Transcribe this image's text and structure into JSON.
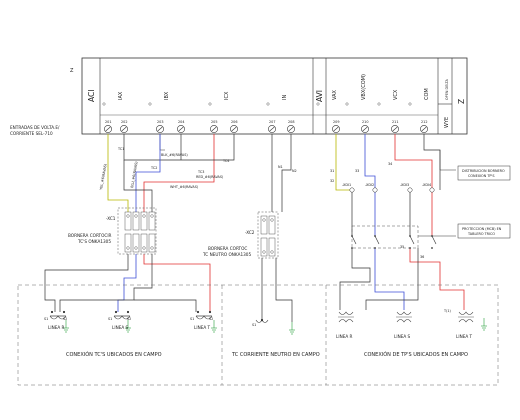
{
  "relay": {
    "prefix": "Z",
    "aci_label": "ACI",
    "avi_label": "AVI",
    "channels": [
      "IAX",
      "IBX",
      "ICX",
      "IN",
      "VAX",
      "VBX(COM)",
      "VCX",
      "COM"
    ],
    "open_delta": "OPEN DELTA",
    "wye": "WYE",
    "z_label": "Z",
    "terminal_numbers": [
      "201",
      "202",
      "203",
      "204",
      "205",
      "206",
      "207",
      "208",
      "209",
      "210",
      "211",
      "212"
    ],
    "inputs_label_line1": "ENTRADAS DE VOLTA.E/",
    "inputs_label_line2": "CORRIENTE SEL-710"
  },
  "current_block": {
    "tag": "-XC1",
    "label_line1": "BORNERA CORTOCIR",
    "label_line2": "TC'S ONKA1305"
  },
  "neutral_block": {
    "tag": "-XC2",
    "label_line1": "BORNERA CORTOC",
    "label_line2": "TC NEUTRO ONKA1305"
  },
  "voltage_block": {
    "tags": [
      "-XDI",
      "-XDI",
      "-XDI",
      "-XDI"
    ]
  },
  "notes": {
    "distribution_line1": "DISTRIBUCION BORNERO",
    "distribution_line2": "CONEXION TP'S",
    "protection_line1": "PROTECCION (MCB) EN",
    "protection_line2": "TABLERO TRICO"
  },
  "wire_labels": [
    "YEL_#6(RAVAS)",
    "BLU_#6(RAVAS)",
    "TC1",
    "TC2",
    "TC3",
    "TC4",
    "BLK_#6(RAVAS)",
    "RED_#6(RAVAS)",
    "WHT_#6(RAVAS)",
    "N1",
    "N2",
    "31",
    "32",
    "33",
    "34",
    "35",
    "36"
  ],
  "field": {
    "ct_labels": [
      "LINEA R",
      "LINEA S",
      "LINEA T"
    ],
    "ct_terminals": [
      "S1",
      "S2",
      "S1",
      "S2",
      "S1",
      "S2"
    ],
    "neutral_terminal": "S1",
    "vt_labels": [
      "LINEA R",
      "LINEA S",
      "LINEA T"
    ],
    "vt_terminals": [
      "T(1)"
    ],
    "caption_ct": "CONEXIÓN TC'S UBICADOS EN CAMPO",
    "caption_neutral": "TC CORRIENTE NEUTRO  EN CAMPO",
    "caption_vt": "CONEXIÓN DE TP'S UBICADOS EN CAMPO"
  },
  "colors": {
    "line": "#333333",
    "blue": "#3d4fd6",
    "red": "#e23030",
    "green": "#28a03c",
    "yellow": "#b8b800",
    "dash": "#555555"
  }
}
